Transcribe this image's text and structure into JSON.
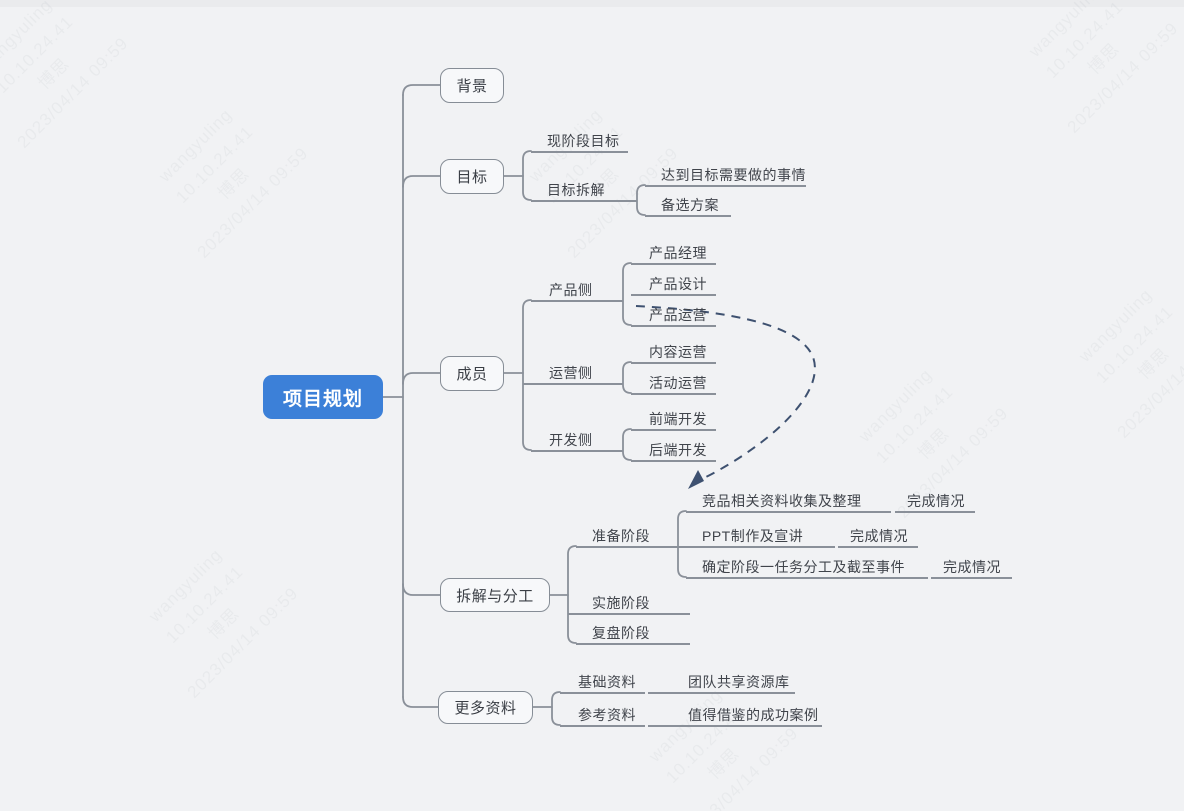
{
  "app": {
    "background_color": "#f1f2f4",
    "watermark": {
      "lines": [
        "wangyuling",
        "10.10.24.41",
        "博思",
        "2023/04/14 09:59"
      ]
    }
  },
  "colors": {
    "root_bg": "#3c80d8",
    "root_text": "#ffffff",
    "box_border": "#868d96",
    "connector_line": "#8a9099",
    "topic_text": "#40444b",
    "relation_arrow": "#3e5170"
  },
  "mindmap": {
    "root": {
      "label": "项目规划"
    },
    "branches": [
      {
        "label": "背景"
      },
      {
        "label": "目标",
        "children": [
          {
            "label": "现阶段目标"
          },
          {
            "label": "目标拆解",
            "children": [
              {
                "label": "达到目标需要做的事情"
              },
              {
                "label": "备选方案"
              }
            ]
          }
        ]
      },
      {
        "label": "成员",
        "children": [
          {
            "label": "产品侧",
            "children": [
              {
                "label": "产品经理"
              },
              {
                "label": "产品设计"
              },
              {
                "label": "产品运营"
              }
            ]
          },
          {
            "label": "运营侧",
            "children": [
              {
                "label": "内容运营"
              },
              {
                "label": "活动运营"
              }
            ]
          },
          {
            "label": "开发侧",
            "children": [
              {
                "label": "前端开发"
              },
              {
                "label": "后端开发"
              }
            ]
          }
        ]
      },
      {
        "label": "拆解与分工",
        "children": [
          {
            "label": "准备阶段",
            "children": [
              {
                "label": "竞品相关资料收集及整理",
                "children": [
                  {
                    "label": "完成情况"
                  }
                ]
              },
              {
                "label": "PPT制作及宣讲",
                "children": [
                  {
                    "label": "完成情况"
                  }
                ]
              },
              {
                "label": "确定阶段一任务分工及截至事件",
                "children": [
                  {
                    "label": "完成情况"
                  }
                ]
              }
            ]
          },
          {
            "label": "实施阶段"
          },
          {
            "label": "复盘阶段"
          }
        ]
      },
      {
        "label": "更多资料",
        "children": [
          {
            "label": "基础资料",
            "children": [
              {
                "label": "团队共享资源库"
              }
            ]
          },
          {
            "label": "参考资料",
            "children": [
              {
                "label": "值得借鉴的成功案例"
              }
            ]
          }
        ]
      }
    ],
    "relation": {
      "type": "dashed-arrow",
      "from": "产品运营",
      "to": "竞品相关资料收集及整理"
    }
  }
}
